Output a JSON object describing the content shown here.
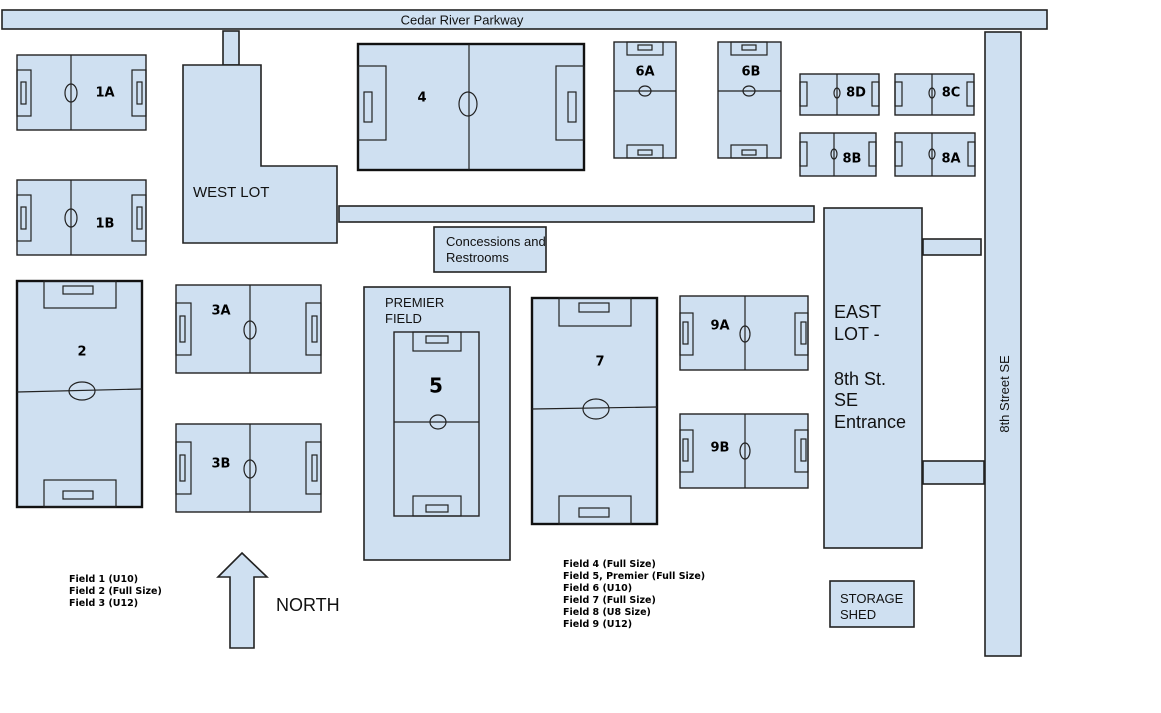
{
  "roads": {
    "parkway": "Cedar River Parkway",
    "street": "8th Street SE"
  },
  "lots": {
    "west": "WEST LOT",
    "east_lines": [
      "EAST",
      "LOT -",
      "",
      "8th St.",
      "SE",
      "Entrance"
    ]
  },
  "buildings": {
    "concessions_lines": [
      "Concessions and",
      "Restrooms"
    ],
    "storage_lines": [
      "STORAGE",
      "SHED"
    ]
  },
  "fields": {
    "f1a": "1A",
    "f1b": "1B",
    "f2": "2",
    "f3a": "3A",
    "f3b": "3B",
    "f4": "4",
    "premier_lines": [
      "PREMIER",
      "FIELD"
    ],
    "f5": "5",
    "f6a": "6A",
    "f6b": "6B",
    "f7": "7",
    "f8a": "8A",
    "f8b": "8B",
    "f8c": "8C",
    "f8d": "8D",
    "f9a": "9A",
    "f9b": "9B"
  },
  "legend_left": [
    "Field 1 (U10)",
    "Field 2 (Full Size)",
    "Field 3 (U12)"
  ],
  "legend_right": [
    "Field 4 (Full Size)",
    "Field 5, Premier (Full Size)",
    "Field 6 (U10)",
    "Field 7 (Full Size)",
    "Field 8 (U8 Size)",
    "Field 9 (U12)"
  ],
  "north": "NORTH",
  "colors": {
    "fill": "#cfe0f1",
    "stroke": "#222222"
  }
}
